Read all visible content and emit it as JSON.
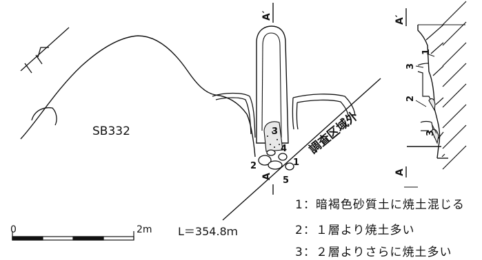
{
  "labels": {
    "feature_id": "SB332",
    "outside_area": "調査区域外",
    "section_a": "A",
    "section_a_prime": "A′",
    "scale_zero": "0",
    "scale_end": "2m",
    "elevation": "L＝354.8ｍ",
    "layer_1": "1",
    "layer_2": "2",
    "layer_3": "3",
    "layer_4": "4",
    "layer_5": "5"
  },
  "legend": [
    "1：暗褐色砂質土に焼土混じる",
    "2：１層より焼土多い",
    "3：２層よりさらに焼土多い"
  ]
}
